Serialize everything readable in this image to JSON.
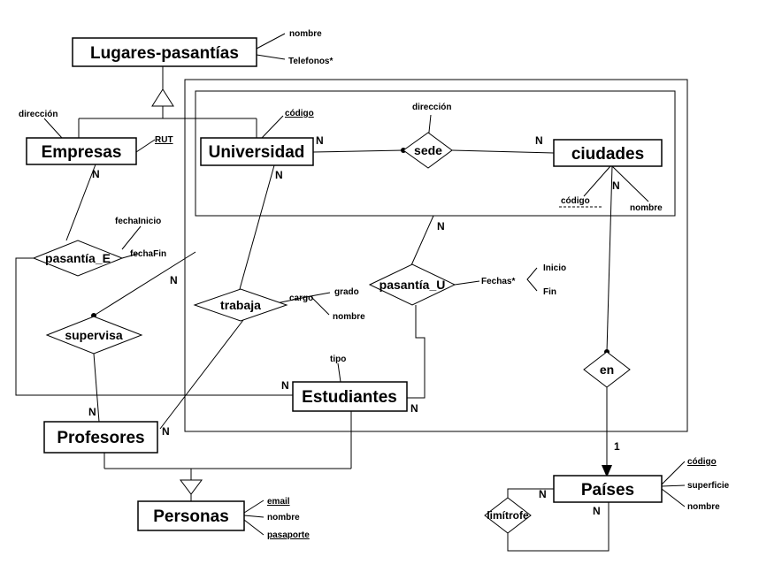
{
  "entities": {
    "lugares": "Lugares-pasantías",
    "empresas": "Empresas",
    "universidad": "Universidad",
    "ciudades": "ciudades",
    "estudiantes": "Estudiantes",
    "profesores": "Profesores",
    "personas": "Personas",
    "paises": "Países"
  },
  "relationships": {
    "sede": "sede",
    "pasantia_e": "pasantía_E",
    "pasantia_u": "pasantía_U",
    "trabaja": "trabaja",
    "supervisa": "supervisa",
    "en": "en",
    "limitrofe": "limítrofe"
  },
  "attributes": {
    "lugares_nombre": "nombre",
    "lugares_telefonos": "Telefonos*",
    "empresas_direccion": "dirección",
    "empresas_rut": "RUT",
    "universidad_codigo": "código",
    "sede_direccion": "dirección",
    "ciudades_codigo": "código",
    "ciudades_nombre": "nombre",
    "pasantia_e_fecha_inicio": "fechaInicio",
    "pasantia_e_fecha_fin": "fechaFin",
    "trabaja_cargo": "cargo",
    "trabaja_grado": "grado",
    "trabaja_nombre": "nombre",
    "pasantia_u_fechas": "Fechas*",
    "pasantia_u_inicio": "Inicio",
    "pasantia_u_fin": "Fin",
    "estudiantes_tipo": "tipo",
    "personas_email": "email",
    "personas_nombre": "nombre",
    "personas_pasaporte": "pasaporte",
    "paises_codigo": "código",
    "paises_superficie": "superficie",
    "paises_nombre": "nombre"
  },
  "cardinalities": {
    "univ_sede": "N",
    "sede_ciudades": "N",
    "empresas_pasantia": "N",
    "univ_trabaja": "N",
    "ciudades_en": "N",
    "pasantia_u_top": "N",
    "estudiantes_supervisa": "N",
    "estudiantes_left": "N",
    "estudiantes_right": "N",
    "profesores_supervisa": "N",
    "profesores_trabaja": "N",
    "en_paises": "1",
    "limitrofe_top": "N",
    "limitrofe_bottom": "N"
  }
}
